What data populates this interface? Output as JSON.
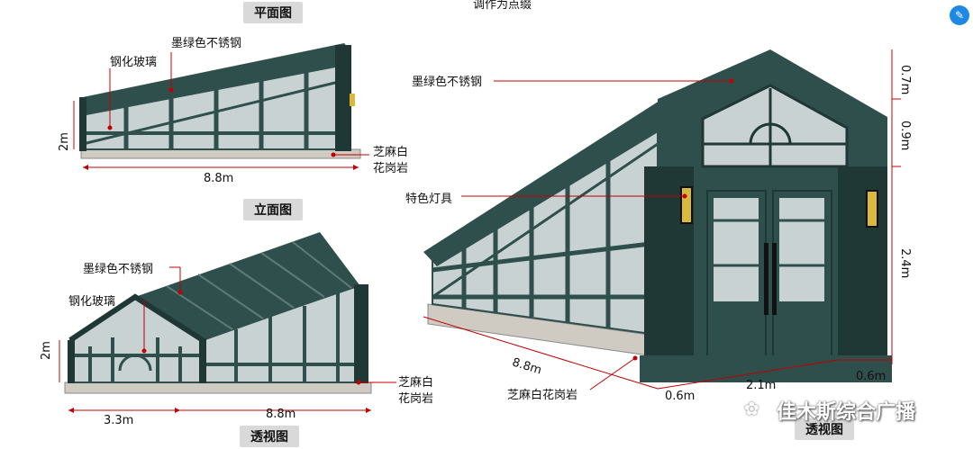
{
  "top_caption": "调作为点缀",
  "plan_view": {
    "title": "平面图",
    "label_steel": "墨绿色不锈钢",
    "label_glass": "钢化玻璃",
    "label_granite_1": "芝麻白",
    "label_granite_2": "花岗岩",
    "height": "2m",
    "length": "8.8m"
  },
  "elevation_view": {
    "title": "立面图",
    "label_steel": "墨绿色不锈钢",
    "label_glass": "钢化玻璃",
    "label_granite_1": "芝麻白",
    "label_granite_2": "花岗岩",
    "height": "2m",
    "width": "3.3m",
    "length": "8.8m",
    "caption": "透视图"
  },
  "perspective_view": {
    "label_steel": "墨绿色不锈钢",
    "label_lamp": "特色灯具",
    "label_granite": "芝麻白花岗岩",
    "dim_top": "0.7m",
    "dim_upper": "0.9m",
    "dim_door": "2.4m",
    "dim_length": "8.8m",
    "dim_side_left": "0.6m",
    "dim_door_width": "2.1m",
    "dim_side_right": "0.6m",
    "caption": "透视图"
  },
  "watermark": "佳木斯综合广播",
  "colors": {
    "frame": "#2f4f4c",
    "frame_dark": "#1f3836",
    "glass": "#c9d2d3",
    "stone": "#cfcac2",
    "pointer": "#c00000"
  }
}
